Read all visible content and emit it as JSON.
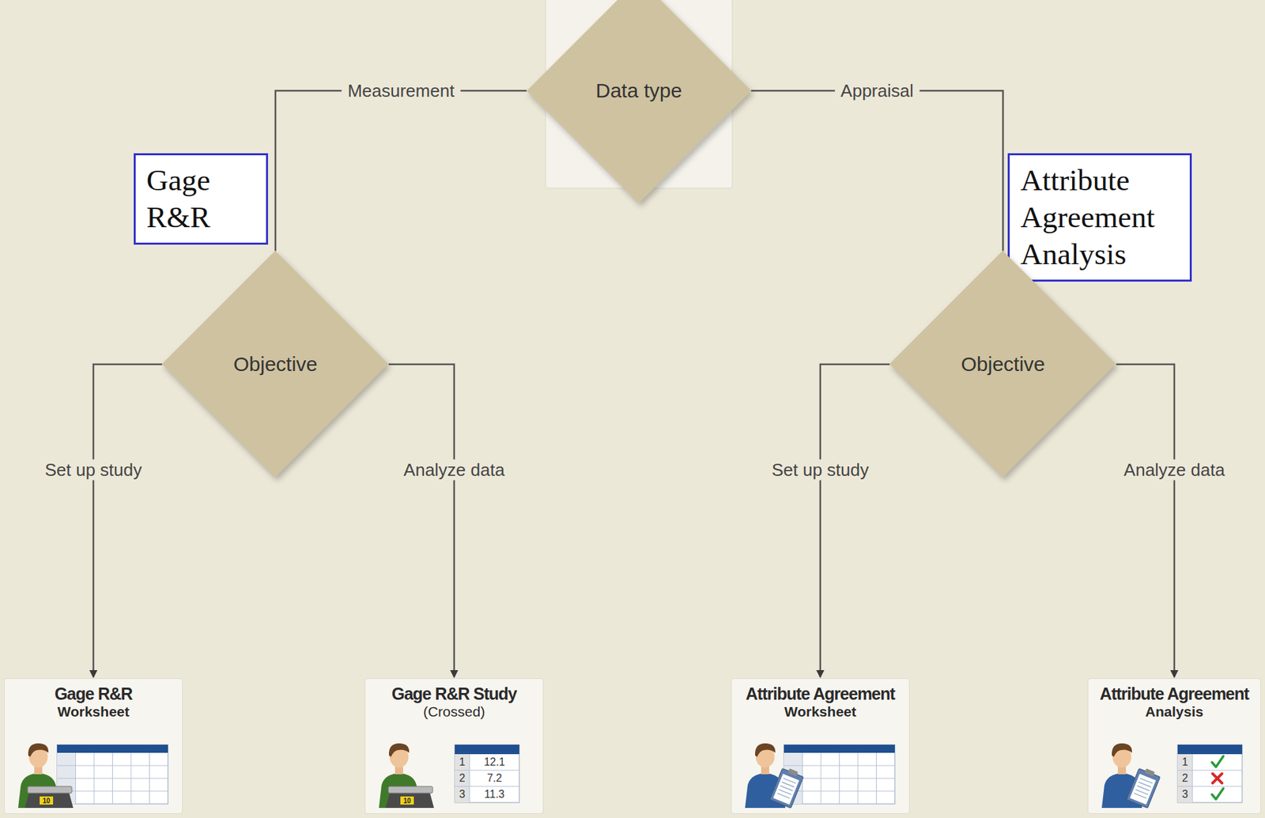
{
  "diagram": {
    "nodes": [
      {
        "text": [
          "Data type"
        ]
      },
      {
        "text": [
          "Gage R&R"
        ]
      },
      {
        "text": [
          "Attribute Agreement Analysis"
        ]
      },
      {
        "text": [
          "Objective"
        ]
      },
      {
        "text": [
          "Objective"
        ]
      },
      {
        "text": [
          "Gage R&R",
          "Worksheet"
        ]
      },
      {
        "text": [
          "Gage R&R Study",
          "(Crossed)"
        ]
      },
      {
        "text": [
          "Attribute Agreement",
          "Worksheet"
        ]
      },
      {
        "text": [
          "Attribute Agreement",
          "Analysis"
        ]
      }
    ],
    "edges": [
      {
        "from": 0,
        "to": 3,
        "label": "Measurement",
        "arrow": "none"
      },
      {
        "from": 0,
        "to": 4,
        "label": "Appraisal",
        "arrow": "none"
      },
      {
        "from": 3,
        "to": 5,
        "label": "Set up study",
        "arrow": "to"
      },
      {
        "from": 3,
        "to": 6,
        "label": "Analyze data",
        "arrow": "to"
      },
      {
        "from": 4,
        "to": 7,
        "label": "Set up study",
        "arrow": "to"
      },
      {
        "from": 4,
        "to": 8,
        "label": "Analyze data",
        "arrow": "to"
      }
    ],
    "labels": [
      "10",
      "10",
      "1",
      "12.1",
      "2",
      "7.2",
      "3",
      "11.3",
      "1",
      "2",
      "3"
    ]
  }
}
